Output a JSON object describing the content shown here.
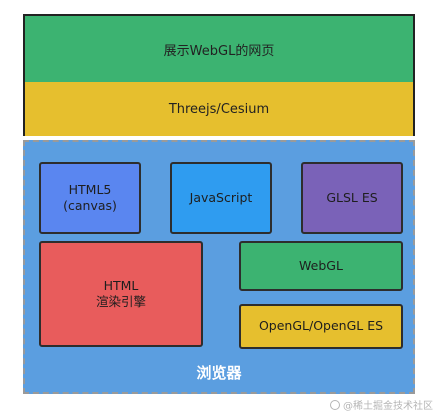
{
  "top_stack": {
    "webpage_label": "展示WebGL的网页",
    "framework_label": "Threejs/Cesium"
  },
  "browser": {
    "label": "浏览器",
    "blocks": {
      "html5": {
        "line1": "HTML5",
        "line2": "(canvas)"
      },
      "javascript": {
        "label": "JavaScript"
      },
      "glsl": {
        "label": "GLSL ES"
      },
      "html_render": {
        "line1": "HTML",
        "line2": "渲染引擎"
      },
      "webgl": {
        "label": "WebGL"
      },
      "opengl": {
        "label": "OpenGL/OpenGL ES"
      }
    }
  },
  "watermark": "@稀土掘金技术社区",
  "colors": {
    "green": "#3cb371",
    "yellow": "#e6bf2e",
    "browser_blue": "#5b9ee0",
    "html5_blue": "#5a86f0",
    "js_blue": "#2f9cf0",
    "glsl_purple": "#7a62b8",
    "html_red": "#e85c5c"
  }
}
